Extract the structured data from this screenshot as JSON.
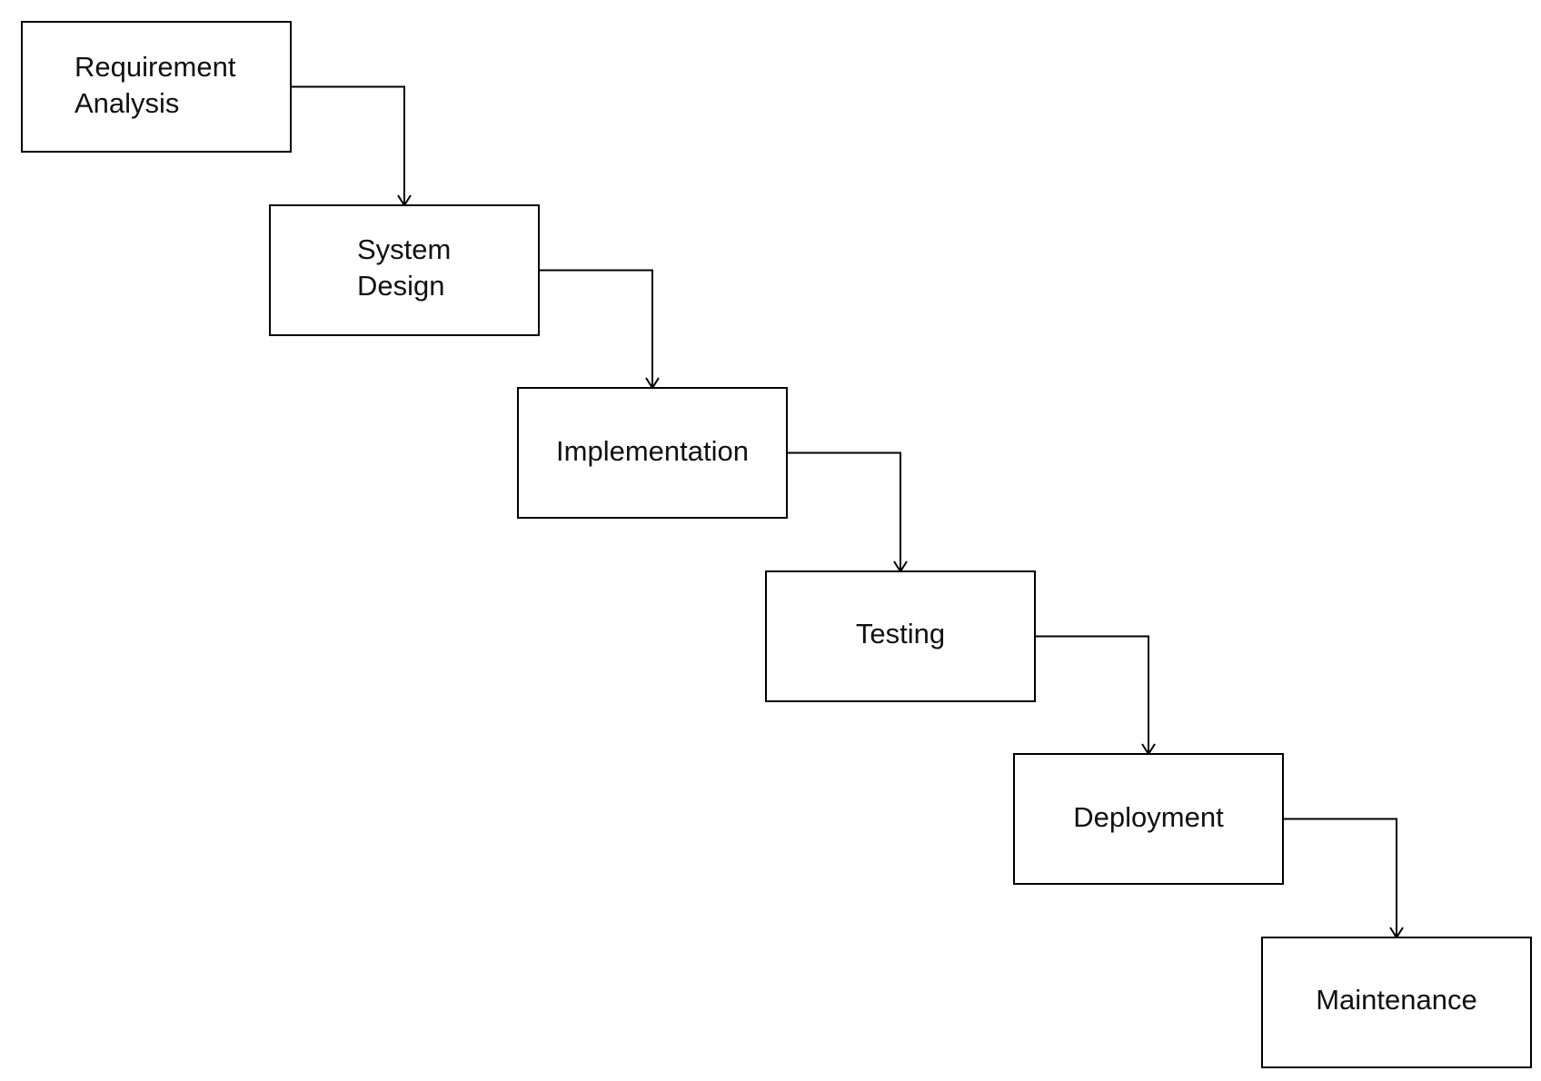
{
  "diagram": {
    "type": "waterfall-flow",
    "line_color": "#000000",
    "box_fill": "#ffffff",
    "text_color": "#111111",
    "steps": [
      {
        "id": "requirement-analysis",
        "label_lines": [
          "Requirement",
          "Analysis"
        ]
      },
      {
        "id": "system-design",
        "label_lines": [
          "System",
          "Design"
        ]
      },
      {
        "id": "implementation",
        "label_lines": [
          "Implementation"
        ]
      },
      {
        "id": "testing",
        "label_lines": [
          "Testing"
        ]
      },
      {
        "id": "deployment",
        "label_lines": [
          "Deployment"
        ]
      },
      {
        "id": "maintenance",
        "label_lines": [
          "Maintenance"
        ]
      }
    ]
  }
}
